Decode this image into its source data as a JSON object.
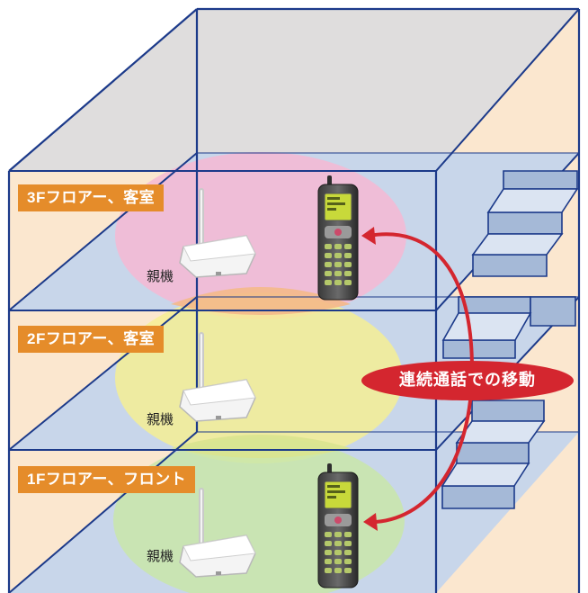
{
  "floors": [
    {
      "label": "3Fフロアー、客室",
      "base_label": "親機",
      "coverage_color": "#f6b9d4"
    },
    {
      "label": "2Fフロアー、客室",
      "base_label": "親機",
      "coverage_color": "#f7f08e"
    },
    {
      "label": "1Fフロアー、フロント",
      "base_label": "親機",
      "coverage_color": "#c9e6a9"
    }
  ],
  "movement_label": "連続通話での移動",
  "colors": {
    "label_bg": "#e58c2a",
    "wall": "#fbe7cf",
    "floor_slab": "#c8d6ea",
    "outline": "#1c3a8a",
    "arrow": "#d4262f"
  },
  "icons": [
    "base-station-icon",
    "handset-icon",
    "staircase-icon",
    "curved-arrow-icon"
  ]
}
